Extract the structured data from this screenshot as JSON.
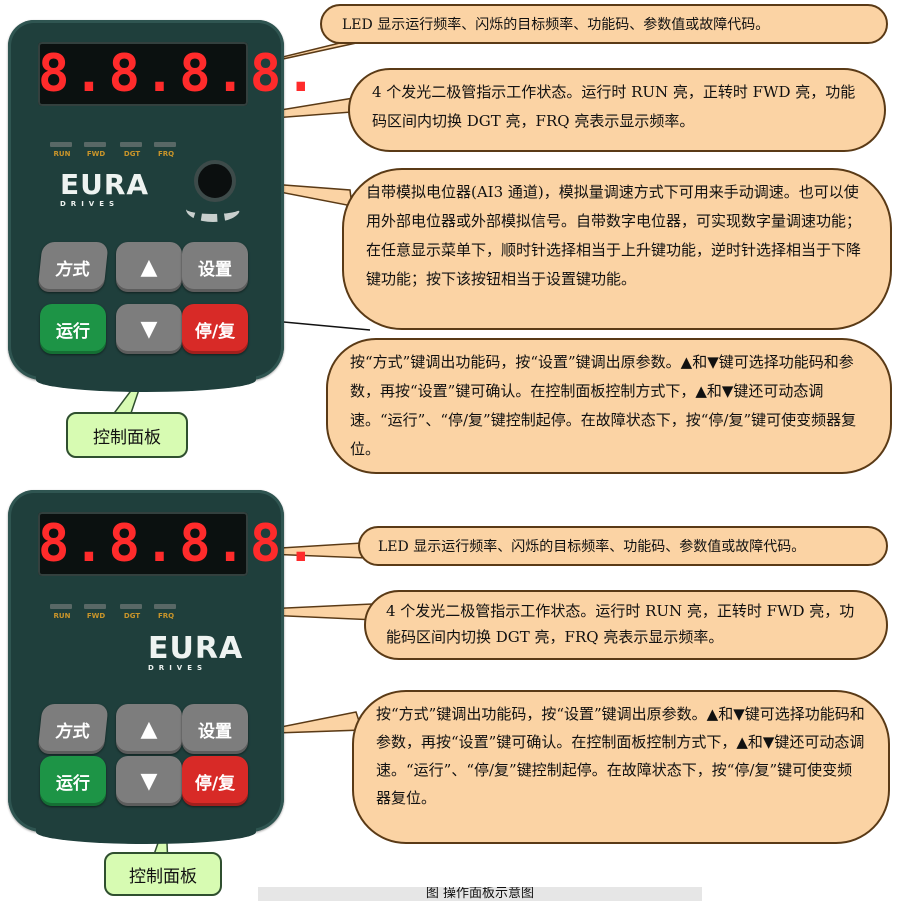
{
  "top": {
    "display_text": "8.8.8.8.",
    "indicators": [
      "RUN",
      "FWD",
      "DGT",
      "FRQ"
    ],
    "logo_text": "EURA",
    "logo_subtext": "DRIVES",
    "keys": {
      "mode": "方式",
      "up": "▲",
      "set": "设置",
      "run": "运行",
      "down": "▼",
      "stop_reset": "停/复"
    },
    "panel_label": "控制面板",
    "callouts": {
      "display": "LED 显示运行频率、闪烁的目标频率、功能码、参数值或故障代码。",
      "leds": "4 个发光二极管指示工作状态。运行时 RUN 亮，正转时 FWD 亮，功能码区间内切换 DGT 亮，FRQ 亮表示显示频率。",
      "knob": "自带模拟电位器(AI3 通道)，模拟量调速方式下可用来手动调速。也可以使用外部电位器或外部模拟信号。自带数字电位器，可实现数字量调速功能；在任意显示菜单下，顺时针选择相当于上升键功能，逆时针选择相当于下降键功能；按下该按钮相当于设置键功能。",
      "keys": "按“方式”键调出功能码，按“设置”键调出原参数。▲和▼键可选择功能码和参数，再按“设置”键可确认。在控制面板控制方式下，▲和▼键还可动态调速。“运行”、“停/复”键控制起停。在故障状态下，按“停/复”键可使变频器复位。"
    }
  },
  "bottom": {
    "display_text": "8.8.8.8.",
    "indicators": [
      "RUN",
      "FWD",
      "DGT",
      "FRQ"
    ],
    "logo_text": "EURA",
    "logo_subtext": "DRIVES",
    "keys": {
      "mode": "方式",
      "up": "▲",
      "set": "设置",
      "run": "运行",
      "down": "▼",
      "stop_reset": "停/复"
    },
    "panel_label": "控制面板",
    "callouts": {
      "display": "LED 显示运行频率、闪烁的目标频率、功能码、参数值或故障代码。",
      "leds": "4 个发光二极管指示工作状态。运行时 RUN 亮，正转时 FWD 亮，功能码区间内切换 DGT 亮，FRQ 亮表示显示频率。",
      "keys": "按“方式”键调出功能码，按“设置”键调出原参数。▲和▼键可选择功能码和参数，再按“设置”键可确认。在控制面板控制方式下，▲和▼键还可动态调速。“运行”、“停/复”键控制起停。在故障状态下，按“停/复”键可使变频器复位。"
    }
  },
  "caption": "图 操作面板示意图",
  "colors": {
    "panel": "#1f3f3c",
    "led_digits": "#ff2b2b",
    "callout_fill": "#fbd3a4",
    "label_fill": "#d7fbb2",
    "key_green": "#1d9446",
    "key_red": "#d82a27",
    "key_gray": "#7d7d7d"
  }
}
